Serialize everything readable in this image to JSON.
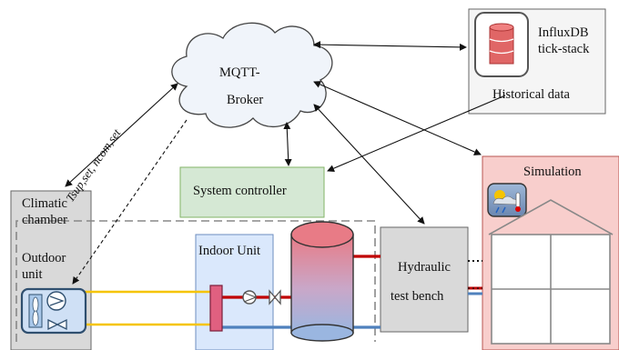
{
  "broker": {
    "line1": "MQTT-",
    "line2": "Broker"
  },
  "influx": {
    "line1": "InfluxDB",
    "line2": "tick-stack",
    "caption": "Historical data"
  },
  "controller": {
    "label": "System controller"
  },
  "climatic": {
    "line1": "Climatic",
    "line2": "chamber",
    "outdoor1": "Outdoor",
    "outdoor2": "unit"
  },
  "signal": {
    "label": "Tsup,set, ncom,set"
  },
  "indoor": {
    "label": "Indoor Unit"
  },
  "hydraulic": {
    "line1": "Hydraulic",
    "line2": "test bench"
  },
  "simulation": {
    "label": "Simulation"
  },
  "colors": {
    "gray_box": "#d9d9d9",
    "controller_fill": "#d5e8d4",
    "indoor_fill": "#dae8fc",
    "simulation_fill": "#f8cecc",
    "hot_pipe": "#c00000",
    "cold_pipe": "#4f81bd",
    "refrigerant_pipe": "#f5c400"
  },
  "icons": [
    "cloud-icon",
    "database-icon",
    "weather-icon",
    "house-icon",
    "storage-tank-icon",
    "pump-icon",
    "valve-icon",
    "fan-icon",
    "compressor-icon"
  ]
}
